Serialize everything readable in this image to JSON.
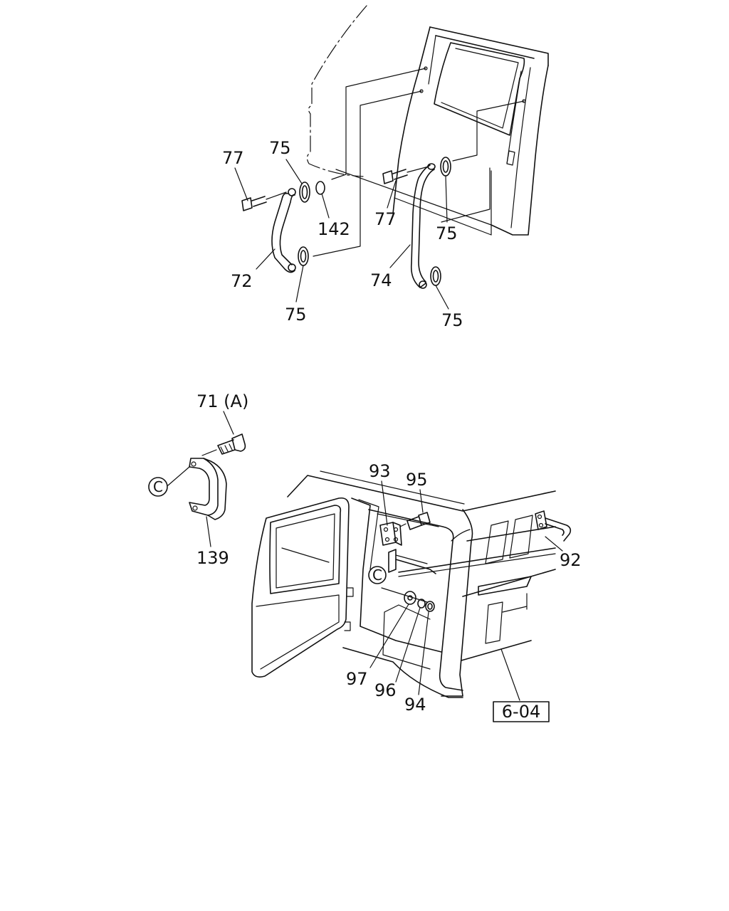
{
  "callouts": {
    "c77a": "77",
    "c75a": "75",
    "c142": "142",
    "c72": "72",
    "c75b": "75",
    "c77b": "77",
    "c75c": "75",
    "c74": "74",
    "c75d": "75",
    "c71": "71 (A)",
    "c139": "139",
    "c93": "93",
    "c95": "95",
    "c92": "92",
    "c97": "97",
    "c96": "96",
    "c94": "94"
  },
  "markers": {
    "circle_c_left": "C",
    "circle_c_right": "C"
  },
  "reference_box": "6-04"
}
